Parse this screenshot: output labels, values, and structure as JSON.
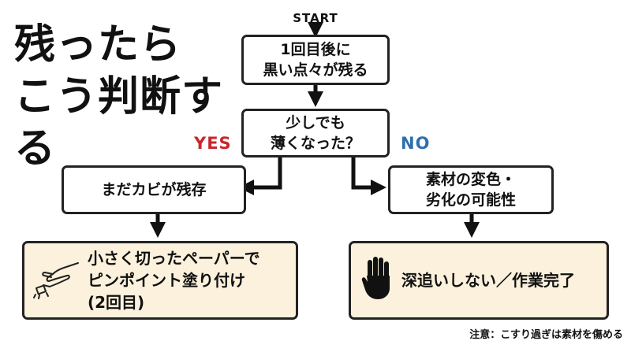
{
  "title": {
    "line1": "残ったら",
    "line2": "こう判断する"
  },
  "flow": {
    "start": "START",
    "step1": {
      "line1": "1回目後に",
      "line2": "黒い点々が残る"
    },
    "question": {
      "line1": "少しでも",
      "line2": "薄くなった？"
    },
    "yes_label": "YES",
    "no_label": "NO",
    "yes_branch": {
      "step": "まだカビが残存",
      "action": {
        "line1": "小さく切ったペーパーで",
        "line2": "ピンポイント塗り付け",
        "line3": "(2回目)"
      }
    },
    "no_branch": {
      "step": {
        "line1": "素材の変色・",
        "line2": "劣化の可能性"
      },
      "action": "深追いしない／作業完了"
    }
  },
  "footer_note": "注意：こすり過ぎは素材を傷める",
  "colors": {
    "yes": "#c8262c",
    "no": "#2f6fb0",
    "action_fill": "#fbf1dc",
    "stroke": "#222222"
  },
  "icons": [
    "hand-applying-paper-icon",
    "stop-hand-icon"
  ]
}
